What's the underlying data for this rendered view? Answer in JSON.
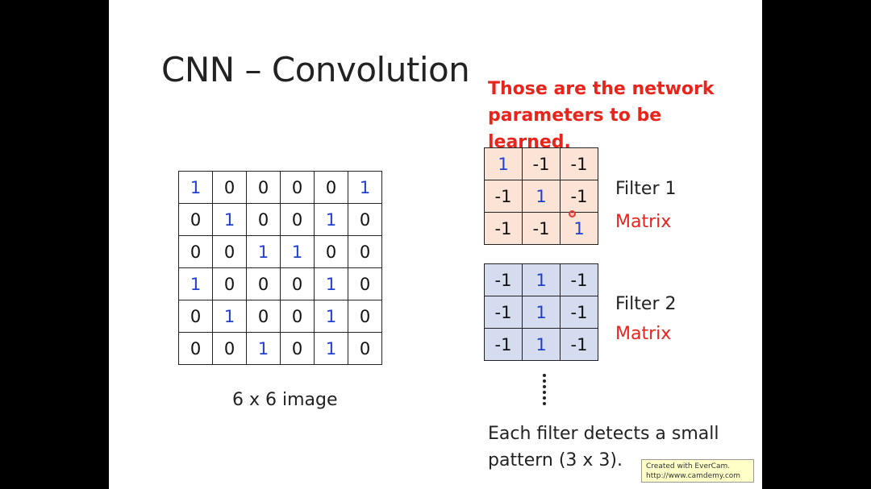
{
  "slide": {
    "title": "CNN – Convolution",
    "note_line1": "Those are the network",
    "note_line2": "parameters to be learned.",
    "image_caption": "6 x 6 image",
    "image": [
      [
        "1",
        "0",
        "0",
        "0",
        "0",
        "1"
      ],
      [
        "0",
        "1",
        "0",
        "0",
        "1",
        "0"
      ],
      [
        "0",
        "0",
        "1",
        "1",
        "0",
        "0"
      ],
      [
        "1",
        "0",
        "0",
        "0",
        "1",
        "0"
      ],
      [
        "0",
        "1",
        "0",
        "0",
        "1",
        "0"
      ],
      [
        "0",
        "0",
        "1",
        "0",
        "1",
        "0"
      ]
    ],
    "filter1": {
      "label": "Filter 1",
      "sublabel": "Matrix",
      "values": [
        [
          "1",
          "-1",
          "-1"
        ],
        [
          "-1",
          "1",
          "-1"
        ],
        [
          "-1",
          "-1",
          "1"
        ]
      ],
      "color": "#fbe3d6"
    },
    "filter2": {
      "label": "Filter 2",
      "sublabel": "Matrix",
      "values": [
        [
          "-1",
          "1",
          "-1"
        ],
        [
          "-1",
          "1",
          "-1"
        ],
        [
          "-1",
          "1",
          "-1"
        ]
      ],
      "color": "#d5dcf0"
    },
    "bottom_line1": "Each filter detects a small",
    "bottom_line2": "pattern (3 x 3).",
    "watermark_line1": "Created with EverCam.",
    "watermark_line2": "http://www.camdemy.com"
  },
  "colors": {
    "accent_red": "#e8241c",
    "one_blue": "#1f3fcc"
  }
}
